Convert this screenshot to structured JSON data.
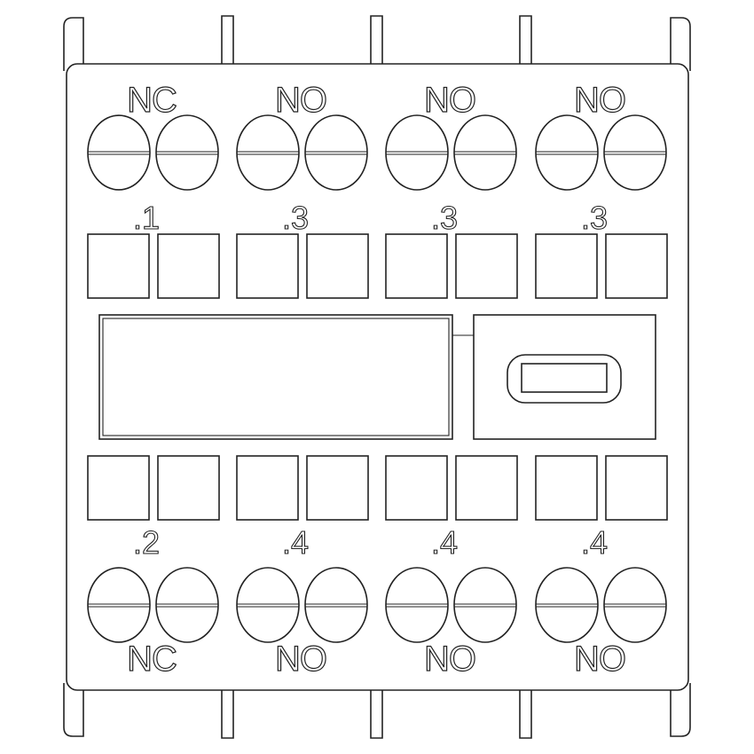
{
  "top_row": {
    "labels": [
      "NC",
      "NO",
      "NO",
      "NO"
    ],
    "numbers": [
      ".1",
      ".3",
      ".3",
      ".3"
    ]
  },
  "bottom_row": {
    "labels": [
      "NC",
      "NO",
      "NO",
      "NO"
    ],
    "numbers": [
      ".2",
      ".4",
      ".4",
      ".4"
    ]
  },
  "colors": {
    "line": "#222222",
    "background": "#ffffff"
  }
}
